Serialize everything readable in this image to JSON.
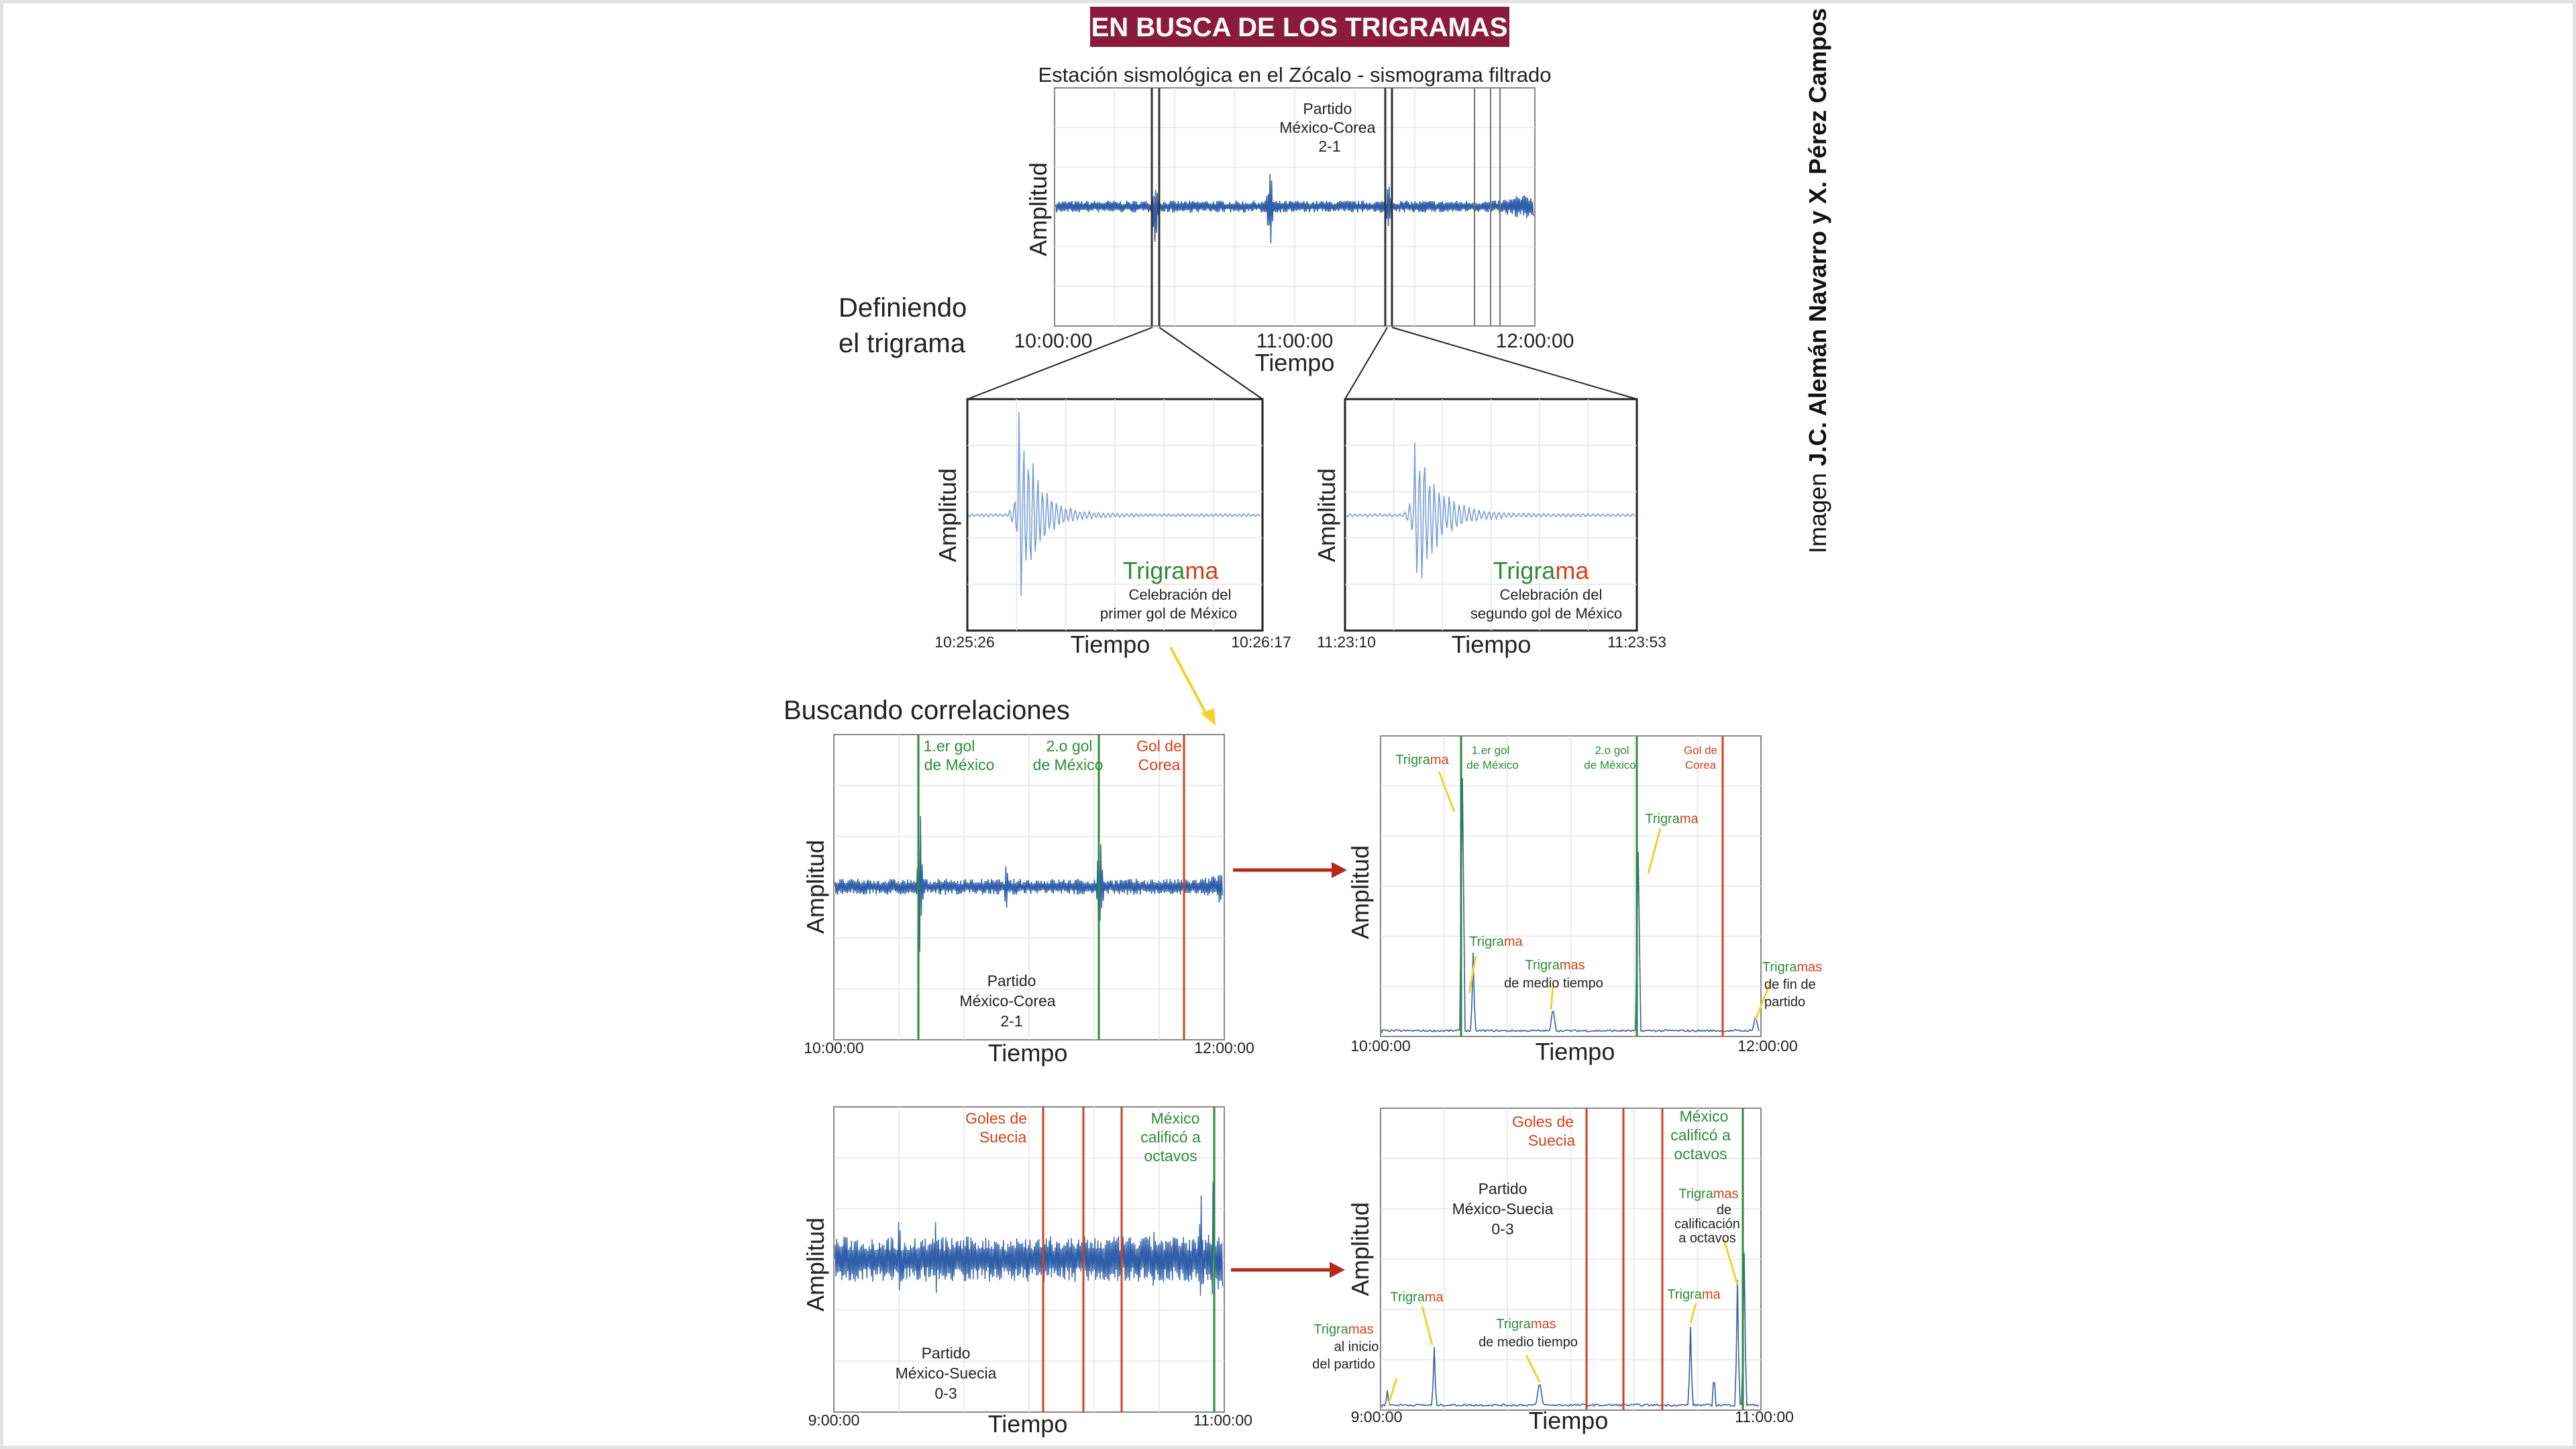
{
  "header": {
    "title": "EN BUSCA DE LOS TRIGRAMAS"
  },
  "credit": {
    "prefix": "Imagen ",
    "authors": "J.C. Alemán Navarro y X. Pérez Campos"
  },
  "colors": {
    "banner": "#8b1a3f",
    "signal": "#2f5fa8",
    "green": "#2e8b3a",
    "orange": "#d2421d",
    "callout": "#f2d22c",
    "arrow": "#b32a1a"
  },
  "main_plot": {
    "title": "Estación sismológica en el Zócalo - sismograma filtrado",
    "annotation": [
      "Partido",
      "México-Corea",
      "2-1"
    ],
    "ylabel": "Amplitud",
    "xlabel": "Tiempo",
    "xticks": [
      "10:00:00",
      "11:00:00",
      "12:00:00"
    ]
  },
  "section_labels": {
    "defining": [
      "Definiendo",
      "el trigrama"
    ],
    "searching": "Buscando correlaciones"
  },
  "zoom_left": {
    "ylabel": "Amplitud",
    "xlabel": "Tiempo",
    "title_a": "Trigra",
    "title_b": "ma",
    "caption": [
      "Celebración del",
      "primer gol de México"
    ],
    "start": "10:25:26",
    "end": "10:26:17"
  },
  "zoom_right": {
    "ylabel": "Amplitud",
    "xlabel": "Tiempo",
    "title_a": "Trigra",
    "title_b": "ma",
    "caption": [
      "Celebración del",
      "segundo gol de México"
    ],
    "start": "11:23:10",
    "end": "11:23:53"
  },
  "corea_seis": {
    "ylabel": "Amplitud",
    "xlabel": "Tiempo",
    "marks": {
      "gol1": [
        "1.er gol",
        "de México"
      ],
      "gol2": [
        "2.o gol",
        "de México"
      ],
      "corea": [
        "Gol de",
        "Corea"
      ]
    },
    "match": [
      "Partido",
      "México-Corea",
      "2-1"
    ],
    "xstart": "10:00:00",
    "xend": "12:00:00"
  },
  "corea_corr": {
    "ylabel": "Amplitud",
    "xlabel": "Tiempo",
    "marks": {
      "gol1": [
        "1.er gol",
        "de México"
      ],
      "gol2": [
        "2.o gol",
        "de México"
      ],
      "corea": [
        "Gol de",
        "Corea"
      ]
    },
    "trig": {
      "a": "Trigra",
      "b": "ma",
      "b_pl": "mas"
    },
    "labels": {
      "half_time": "de medio tiempo",
      "end_1": "de fin de",
      "end_2": "partido"
    },
    "xstart": "10:00:00",
    "xend": "12:00:00"
  },
  "suecia_seis": {
    "ylabel": "Amplitud",
    "xlabel": "Tiempo",
    "goals": [
      "Goles de",
      "Suecia"
    ],
    "qualified": [
      "México",
      "calificó a",
      "octavos"
    ],
    "match": [
      "Partido",
      "México-Suecia",
      "0-3"
    ],
    "xstart": "9:00:00",
    "xend": "11:00:00"
  },
  "suecia_corr": {
    "ylabel": "Amplitud",
    "xlabel": "Tiempo",
    "goals": [
      "Goles de",
      "Suecia"
    ],
    "qualified": [
      "México",
      "calificó a",
      "octavos"
    ],
    "match": [
      "Partido",
      "México-Suecia",
      "0-3"
    ],
    "trig": {
      "a": "Trigra",
      "b": "ma",
      "b_pl": "mas"
    },
    "labels": {
      "start_1": "al inicio",
      "start_2": "del partido",
      "half_time": "de medio tiempo",
      "qual_1": "de",
      "qual_2": "calificación",
      "qual_3": "a octavos"
    },
    "xstart": "9:00:00",
    "xend": "11:00:00"
  }
}
